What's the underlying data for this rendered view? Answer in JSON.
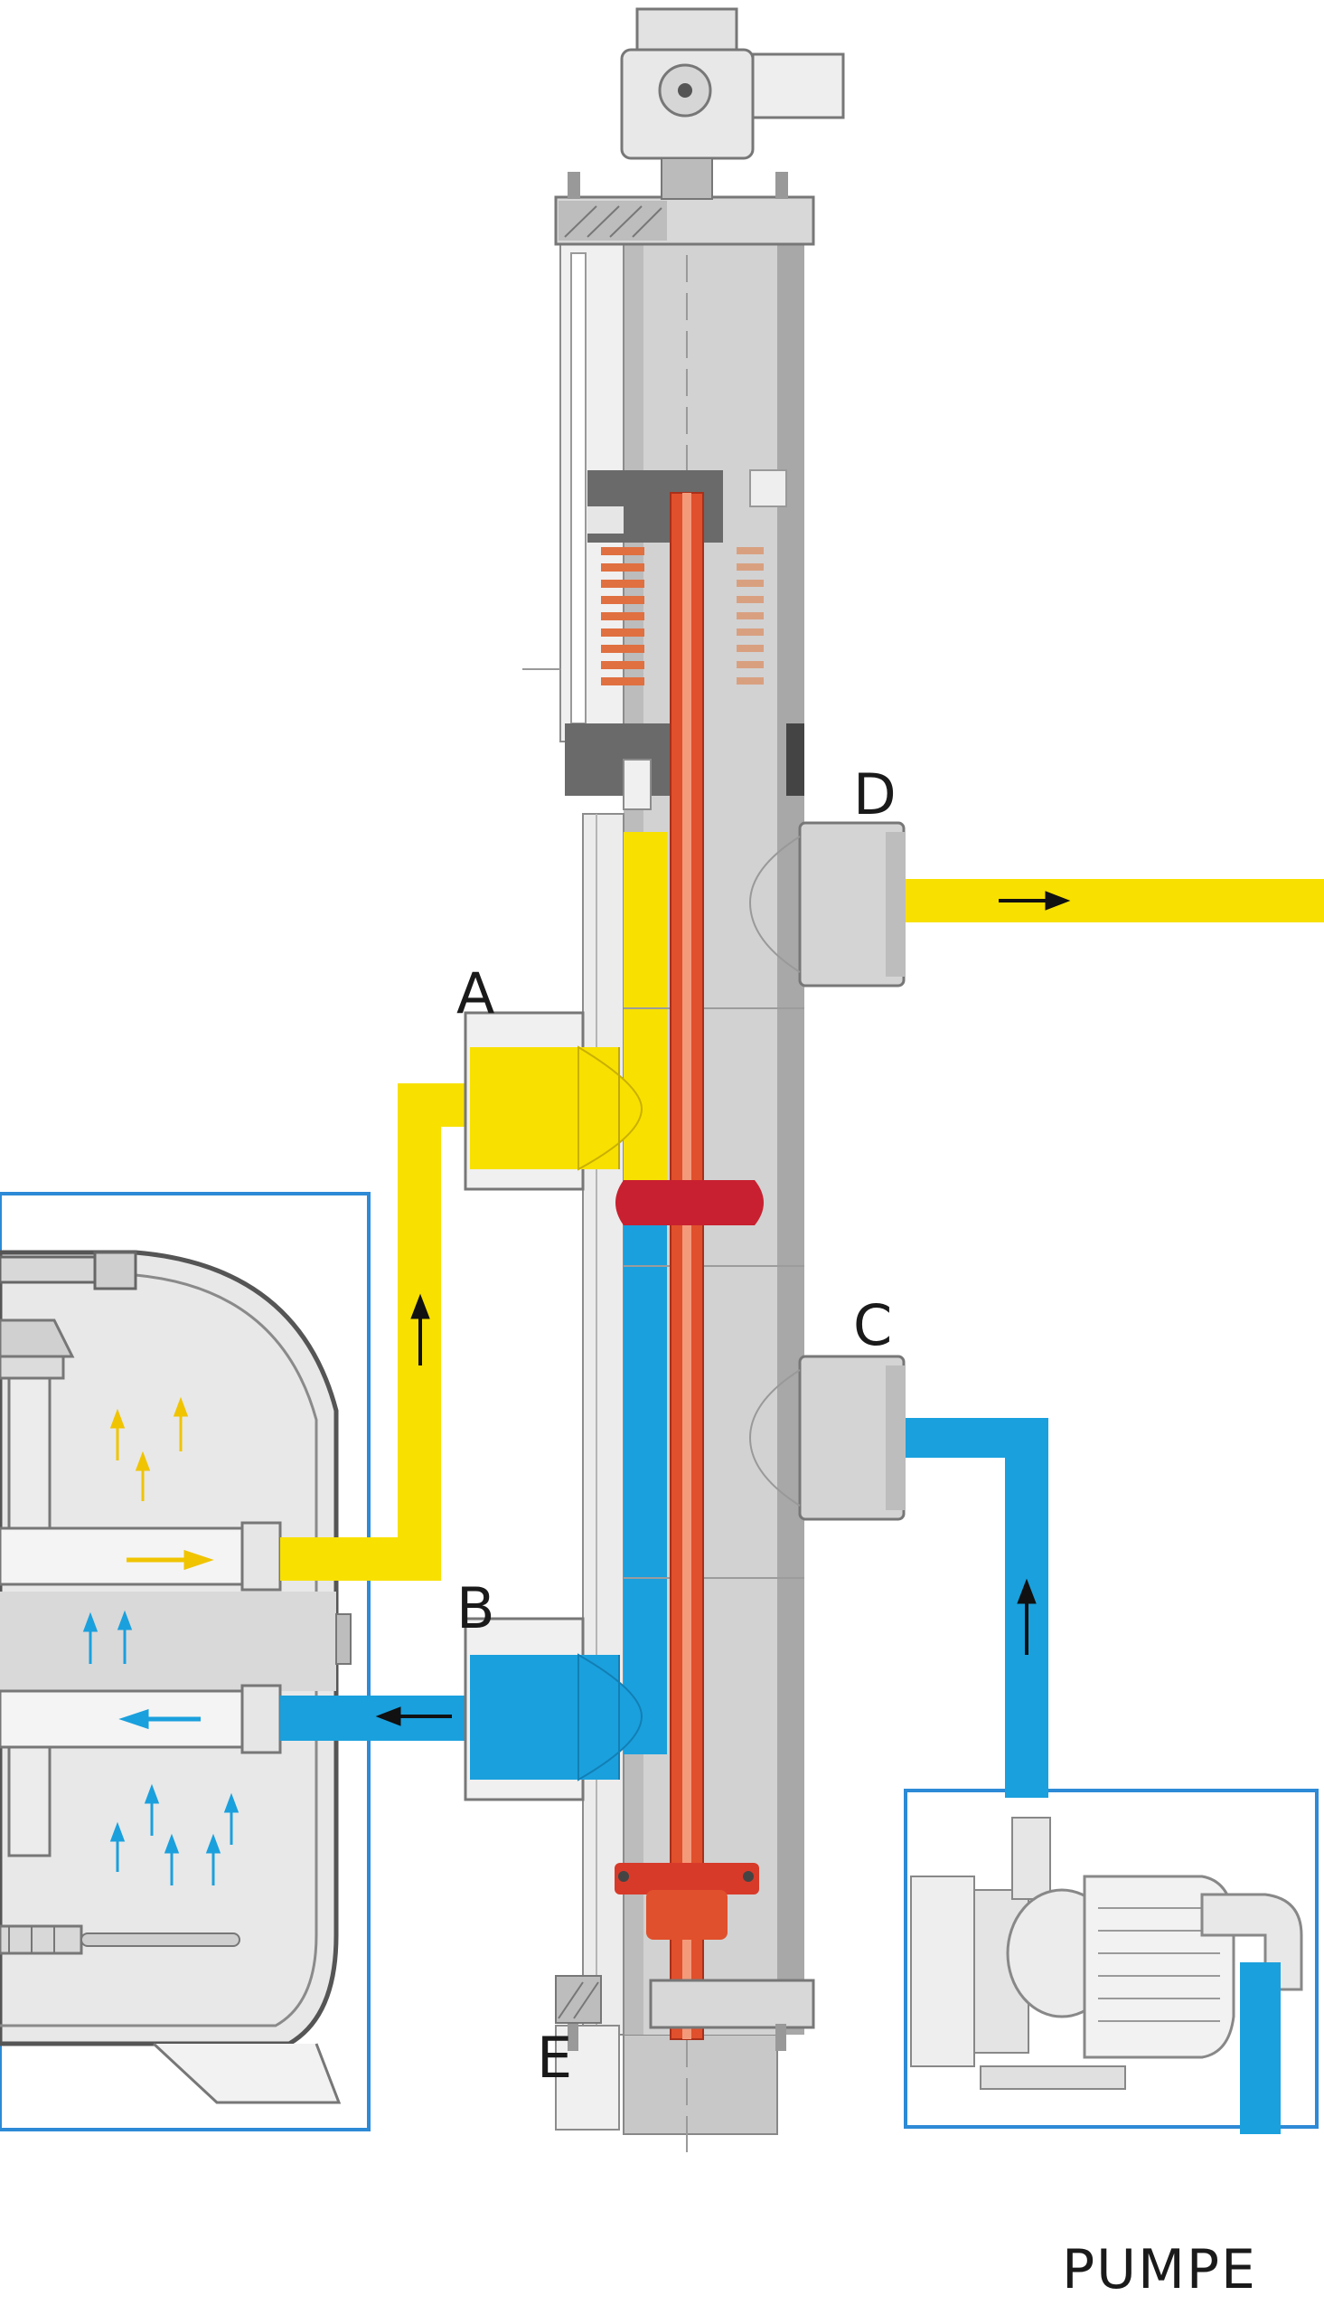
{
  "labels": {
    "port_a": "A",
    "port_b": "B",
    "port_c": "C",
    "port_d": "D",
    "port_e": "E",
    "pump": "PUMPE"
  },
  "colors": {
    "filtered_water": "#f8e000",
    "unfiltered_water": "#1aa0dd",
    "piston_rod": "#e0502c",
    "seal": "#c82030",
    "spring": "#e07040",
    "valve_body": "#d2d2d2",
    "valve_shadow": "#a8a8a8",
    "actuator_block": "#606060",
    "frame": "#2d8ad6"
  },
  "icons": {
    "actuator": "drive-motor-icon",
    "pump": "pump-motor-icon",
    "filter": "sand-filter-tank-icon"
  }
}
